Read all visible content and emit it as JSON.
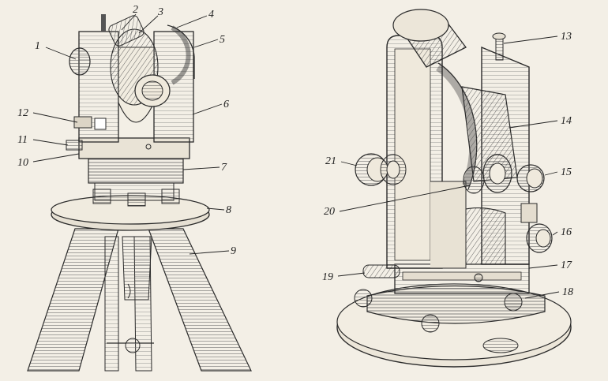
{
  "figure": {
    "left_instrument": {
      "callouts": [
        {
          "id": "1",
          "label": "1"
        },
        {
          "id": "2",
          "label": "2"
        },
        {
          "id": "3",
          "label": "3"
        },
        {
          "id": "4",
          "label": "4"
        },
        {
          "id": "5",
          "label": "5"
        },
        {
          "id": "6",
          "label": "6"
        },
        {
          "id": "7",
          "label": "7"
        },
        {
          "id": "8",
          "label": "8"
        },
        {
          "id": "9",
          "label": "9"
        },
        {
          "id": "10",
          "label": "10"
        },
        {
          "id": "11",
          "label": "11"
        },
        {
          "id": "12",
          "label": "12"
        }
      ]
    },
    "right_instrument": {
      "callouts": [
        {
          "id": "13",
          "label": "13"
        },
        {
          "id": "14",
          "label": "14"
        },
        {
          "id": "15",
          "label": "15"
        },
        {
          "id": "16",
          "label": "16"
        },
        {
          "id": "17",
          "label": "17"
        },
        {
          "id": "18",
          "label": "18"
        },
        {
          "id": "19",
          "label": "19"
        },
        {
          "id": "20",
          "label": "20"
        },
        {
          "id": "21",
          "label": "21"
        }
      ]
    }
  }
}
